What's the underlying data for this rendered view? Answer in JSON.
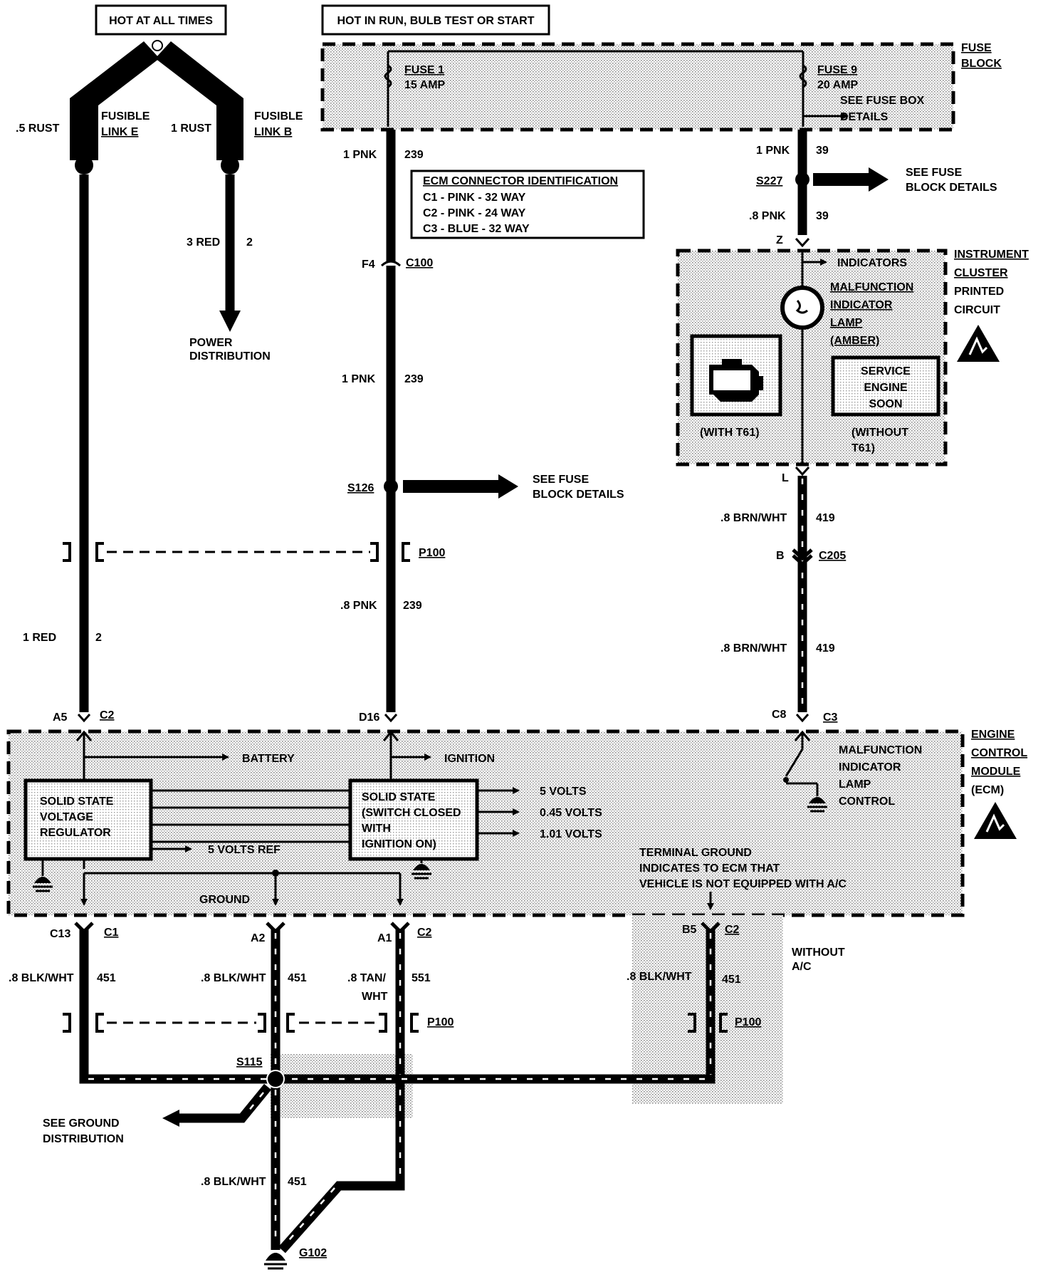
{
  "supplies": {
    "hot_at_all_times": "HOT AT ALL TIMES",
    "hot_in_run": "HOT IN RUN, BULB TEST OR START"
  },
  "fuse_block": {
    "label_line1": "FUSE",
    "label_line2": "BLOCK",
    "fuse1_name": "FUSE 1",
    "fuse1_rating": "15 AMP",
    "fuse9_name": "FUSE 9",
    "fuse9_rating": "20 AMP",
    "see_fuse_box_line1": "SEE FUSE BOX",
    "see_fuse_box_line2": "DETAILS"
  },
  "fusible_links": {
    "link_e_line1": "FUSIBLE",
    "link_e_line2": "LINK E",
    "link_b_line1": "FUSIBLE",
    "link_b_line2": "LINK B",
    "wire_e": ".5 RUST",
    "wire_b": "1 RUST"
  },
  "power_distribution": {
    "wire": "3 RED",
    "circuit": "2",
    "label_line1": "POWER",
    "label_line2": "DISTRIBUTION"
  },
  "ecm_id_box": {
    "title": "ECM CONNECTOR IDENTIFICATION",
    "rows": [
      "C1 - PINK - 32 WAY",
      "C2 - PINK - 24 WAY",
      "C3 - BLUE - 32 WAY"
    ]
  },
  "wires": {
    "red_left": "1 RED",
    "red_left_circuit": "2",
    "pnk_top": "1 PNK",
    "pnk_top_circuit": "239",
    "pnk_mid": "1 PNK",
    "pnk_mid_circuit": "239",
    "pnk_low": ".8 PNK",
    "pnk_low_circuit": "239",
    "pnk_right_top": "1 PNK",
    "pnk_right_top_circuit": "39",
    "pnk_right_mid": ".8 PNK",
    "pnk_right_mid_circuit": "39",
    "brn1": ".8 BRN/WHT",
    "brn1_circuit": "419",
    "brn2": ".8 BRN/WHT",
    "brn2_circuit": "419",
    "blk_c13": ".8 BLK/WHT",
    "blk_c13_circuit": "451",
    "blk_a2": ".8 BLK/WHT",
    "blk_a2_circuit": "451",
    "tan_line1": ".8 TAN/",
    "tan_line2": "WHT",
    "tan_circuit": "551",
    "blk_b5": ".8 BLK/WHT",
    "blk_b5_circuit": "451",
    "blk_g102": ".8 BLK/WHT",
    "blk_g102_circuit": "451"
  },
  "connectors": {
    "c100": "C100",
    "c100_pin": "F4",
    "p100": "P100",
    "s126": "S126",
    "s227": "S227",
    "s115": "S115",
    "c205": "C205",
    "c205_pin": "B",
    "pin_z": "Z",
    "pin_l": "L",
    "a5": "A5",
    "c2_a5": "C2",
    "d16": "D16",
    "c8": "C8",
    "c3": "C3",
    "c13": "C13",
    "c1": "C1",
    "a2": "A2",
    "a1": "A1",
    "c2_a1": "C2",
    "b5": "B5",
    "c2_b5": "C2",
    "g102": "G102"
  },
  "callouts": {
    "see_fuse_block_1_line1": "SEE  FUSE",
    "see_fuse_block_1_line2": "BLOCK DETAILS",
    "see_fuse_block_2_line1": "SEE  FUSE",
    "see_fuse_block_2_line2": "BLOCK DETAILS",
    "see_ground_line1": "SEE  GROUND",
    "see_ground_line2": "DISTRIBUTION",
    "terminal_ground_line1": "TERMINAL GROUND",
    "terminal_ground_line2": "INDICATES TO  ECM  THAT",
    "terminal_ground_line3": "VEHICLE IS NOT EQUIPPED WITH A/C",
    "without_ac_line1": "WITHOUT",
    "without_ac_line2": "A/C"
  },
  "cluster": {
    "title_line1": "INSTRUMENT",
    "title_line2": "CLUSTER",
    "title_line3": "PRINTED",
    "title_line4": "CIRCUIT",
    "indicators": "INDICATORS",
    "lamp_line1": "MALFUNCTION",
    "lamp_line2": "INDICATOR",
    "lamp_line3": "LAMP",
    "lamp_line4": "(AMBER)",
    "with_t61": "(WITH T61)",
    "without_t61_line1": "(WITHOUT",
    "without_t61_line2": "T61)",
    "service_line1": "SERVICE",
    "service_line2": "ENGINE",
    "service_line3": "SOON"
  },
  "ecm": {
    "title_line1": "ENGINE",
    "title_line2": "CONTROL",
    "title_line3": "MODULE",
    "title_line4": "(ECM)",
    "battery": "BATTERY",
    "ignition": "IGNITION",
    "regulator_line1": "SOLID STATE",
    "regulator_line2": "VOLTAGE",
    "regulator_line3": "REGULATOR",
    "switch_line1": "SOLID STATE",
    "switch_line2": "(SWITCH CLOSED",
    "switch_line3": "WITH",
    "switch_line4": "IGNITION  ON)",
    "volts_5": "5 VOLTS",
    "volts_045": "0.45 VOLTS",
    "volts_101": "1.01 VOLTS",
    "volts_ref": "5 VOLTS REF",
    "ground": "GROUND",
    "mil_line1": "MALFUNCTION",
    "mil_line2": "INDICATOR",
    "mil_line3": "LAMP",
    "mil_line4": "CONTROL"
  }
}
